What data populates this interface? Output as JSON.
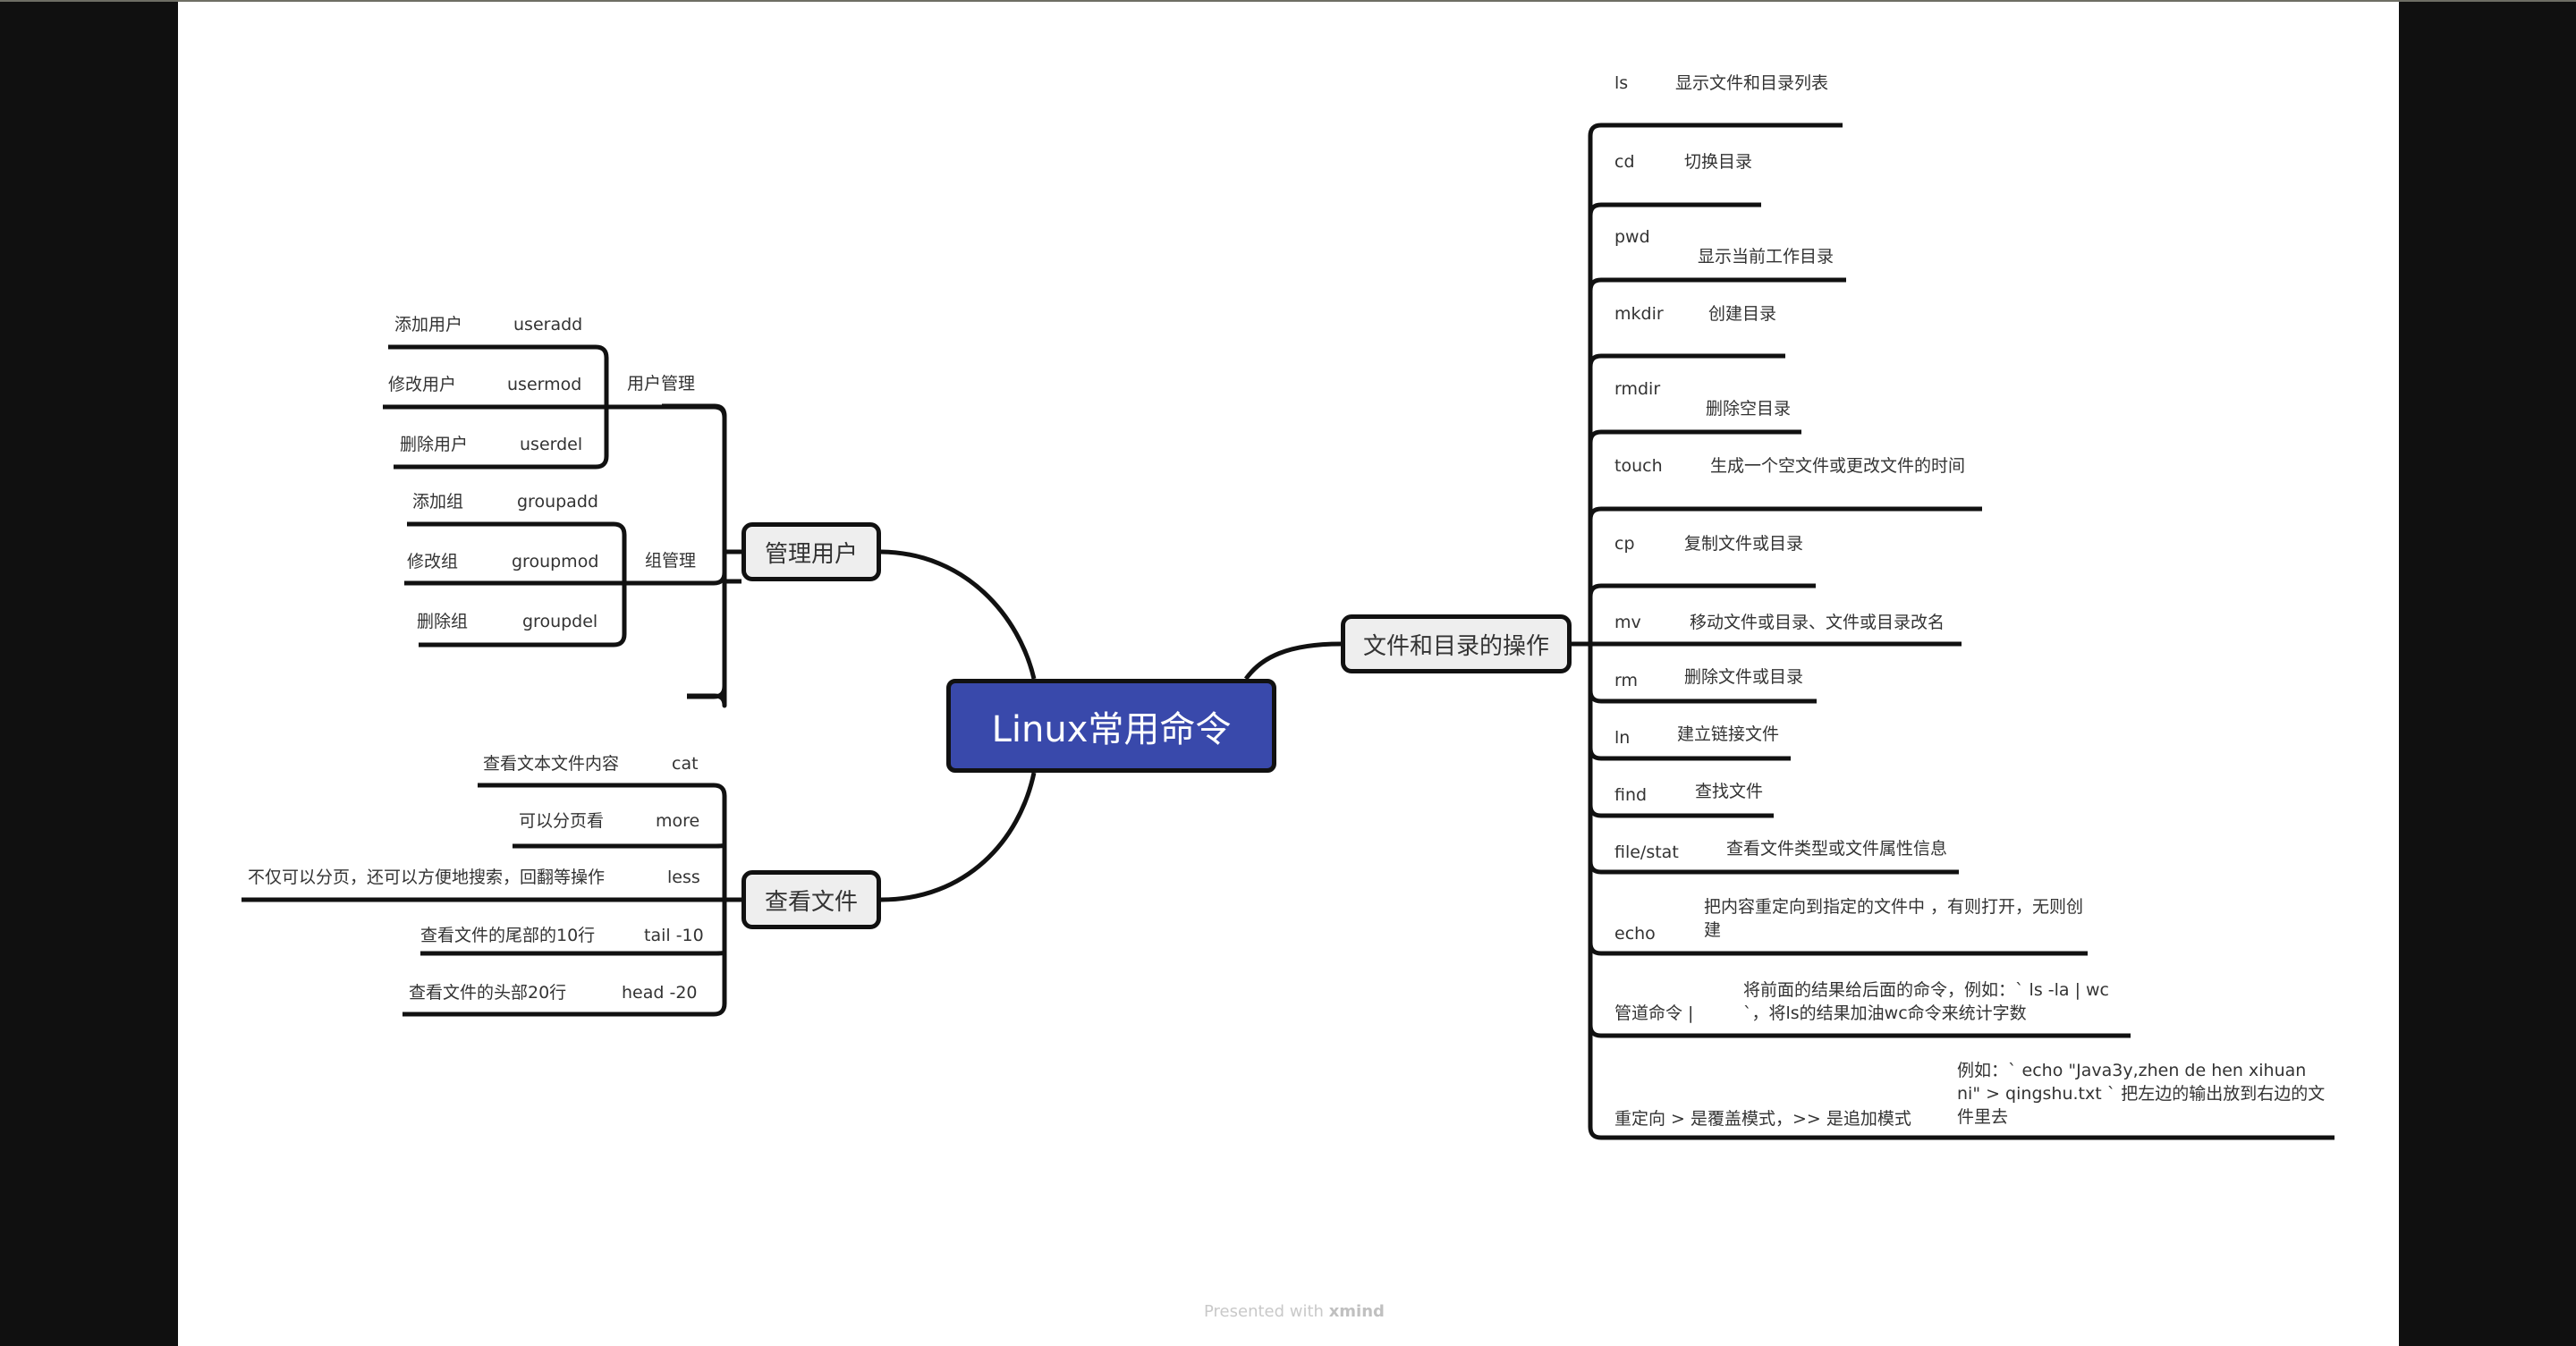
{
  "central_topic": {
    "label": "Linux常用命令",
    "color": "#3949ab"
  },
  "branches": {
    "user_management": {
      "label": "管理用户",
      "groups": [
        {
          "label": "用户管理",
          "items": [
            {
              "desc": "添加用户",
              "cmd": "useradd"
            },
            {
              "desc": "修改用户",
              "cmd": "usermod"
            },
            {
              "desc": "删除用户",
              "cmd": "userdel"
            }
          ]
        },
        {
          "label": "组管理",
          "items": [
            {
              "desc": "添加组",
              "cmd": "groupadd"
            },
            {
              "desc": "修改组",
              "cmd": "groupmod"
            },
            {
              "desc": "删除组",
              "cmd": "groupdel"
            }
          ]
        }
      ]
    },
    "view_files": {
      "label": "查看文件",
      "items": [
        {
          "desc": "查看文本文件内容",
          "cmd": "cat"
        },
        {
          "desc": "可以分页看",
          "cmd": "more"
        },
        {
          "desc": "不仅可以分页，还可以方便地搜索，回翻等操作",
          "cmd": "less"
        },
        {
          "desc": "查看文件的尾部的10行",
          "cmd": "tail -10"
        },
        {
          "desc": "查看文件的头部20行",
          "cmd": "head -20"
        }
      ]
    },
    "file_dir_ops": {
      "label": "文件和目录的操作",
      "items": [
        {
          "cmd": "ls",
          "desc": "显示文件和目录列表"
        },
        {
          "cmd": "cd",
          "desc": "切换目录"
        },
        {
          "cmd": "pwd",
          "desc": "显示当前工作目录"
        },
        {
          "cmd": "mkdir",
          "desc": "创建目录"
        },
        {
          "cmd": "rmdir",
          "desc": "删除空目录"
        },
        {
          "cmd": "touch",
          "desc": "生成一个空文件或更改文件的时间"
        },
        {
          "cmd": "cp",
          "desc": "复制文件或目录"
        },
        {
          "cmd": "mv",
          "desc": "移动文件或目录、文件或目录改名"
        },
        {
          "cmd": "rm",
          "desc": "删除文件或目录"
        },
        {
          "cmd": "ln",
          "desc": "建立链接文件"
        },
        {
          "cmd": "find",
          "desc": "查找文件"
        },
        {
          "cmd": "file/stat",
          "desc": "查看文件类型或文件属性信息"
        },
        {
          "cmd": "echo",
          "desc": "把内容重定向到指定的文件中 ，有则打开，无则创建"
        },
        {
          "cmd": "管道命令 |",
          "desc": "将前面的结果给后面的命令，例如：` ls -la | wc `，将ls的结果加油wc命令来统计字数"
        },
        {
          "cmd": "重定向 > 是覆盖模式，>> 是追加模式",
          "desc": "例如：` echo \"Java3y,zhen de hen xihuan ni\" > qingshu.txt ` 把左边的输出放到右边的文件里去"
        }
      ]
    }
  },
  "footer": {
    "prefix": "Presented with",
    "brand": "xmind"
  }
}
